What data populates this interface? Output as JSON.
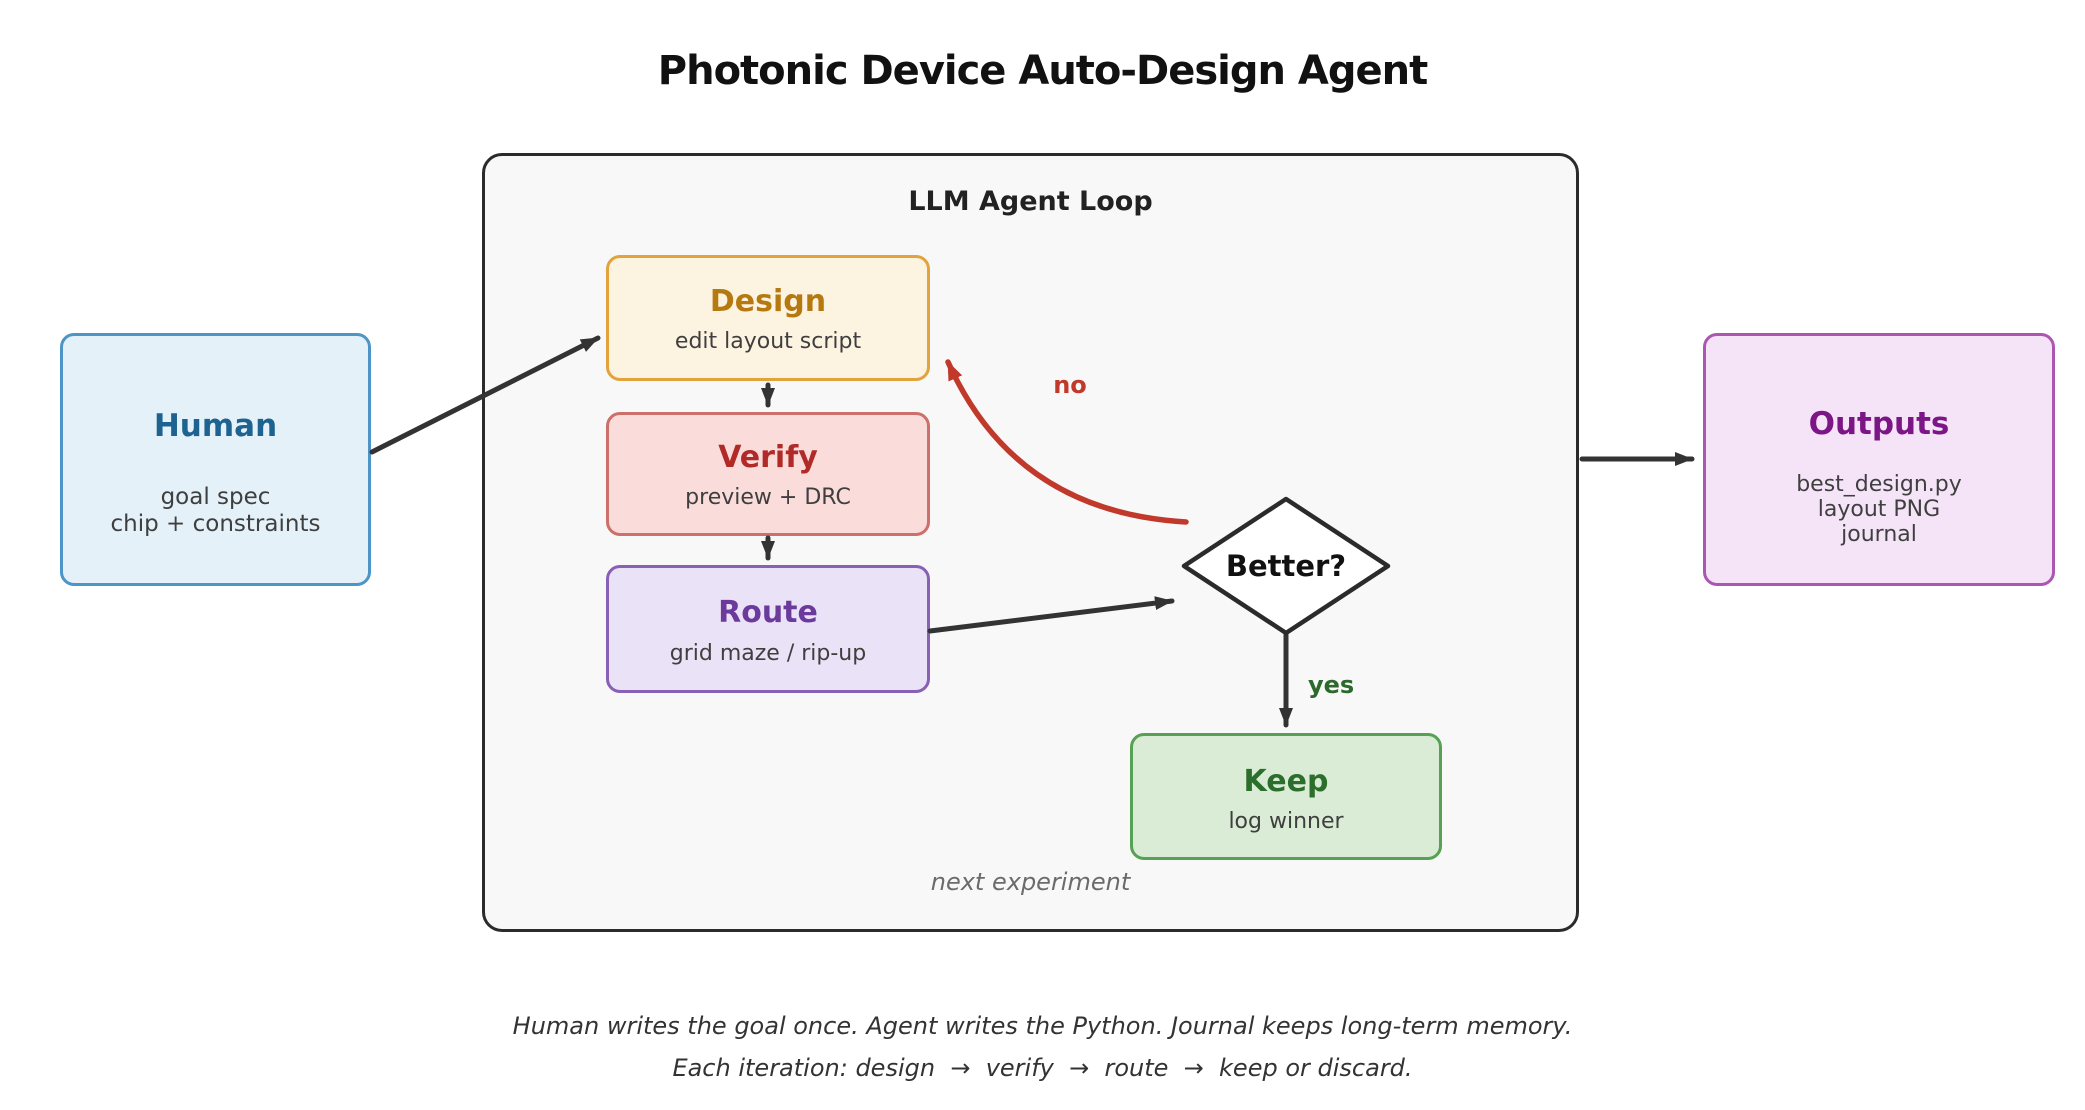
{
  "title": "Photonic Device Auto-Design Agent",
  "loop": {
    "label": "LLM Agent Loop",
    "footnote": "next experiment"
  },
  "nodes": {
    "human": {
      "title": "Human",
      "line1": "goal spec",
      "line2": "chip + constraints"
    },
    "design": {
      "title": "Design",
      "subtitle": "edit layout script"
    },
    "verify": {
      "title": "Verify",
      "subtitle": "preview + DRC"
    },
    "route": {
      "title": "Route",
      "subtitle": "grid maze / rip-up"
    },
    "decision": {
      "title": "Better?"
    },
    "keep": {
      "title": "Keep",
      "subtitle": "log winner"
    },
    "outputs": {
      "title": "Outputs",
      "line1": "best_design.py",
      "line2": "layout PNG",
      "line3": "journal"
    }
  },
  "edge_labels": {
    "no": "no",
    "yes": "yes"
  },
  "captions": {
    "line1": "Human writes the goal once. Agent writes the Python. Journal keeps long-term memory.",
    "line2": "Each iteration: design  →  verify  →  route  →  keep or discard."
  },
  "colors": {
    "page_bg": "#ffffff",
    "container_fill": "#f8f8f8",
    "container_border": "#2b2b2b",
    "arrow": "#333333",
    "red_arrow": "#c0392b",
    "human_fill": "#e4f1f9",
    "human_border": "#4d94c7",
    "human_title": "#1e6291",
    "design_fill": "#fdf3e1",
    "design_border": "#e2a33d",
    "design_title": "#b6790f",
    "verify_fill": "#fadcdb",
    "verify_border": "#cd6f6a",
    "verify_title": "#b02a28",
    "route_fill": "#eae2f7",
    "route_border": "#8861b5",
    "route_title": "#6b3a9b",
    "keep_fill": "#daecd5",
    "keep_border": "#57a155",
    "keep_title": "#2c6e2c",
    "outputs_fill": "#f5e4f8",
    "outputs_border": "#ab57b2",
    "outputs_title": "#7c1585",
    "decision_fill": "#ffffff",
    "decision_border": "#2b2b2b",
    "no_label": "#c0392b",
    "yes_label": "#2d682d",
    "subtitle_text": "#3f3f3f",
    "caption_text": "#333333",
    "footnote_text": "#6b6b6b",
    "title_text": "#111111"
  }
}
